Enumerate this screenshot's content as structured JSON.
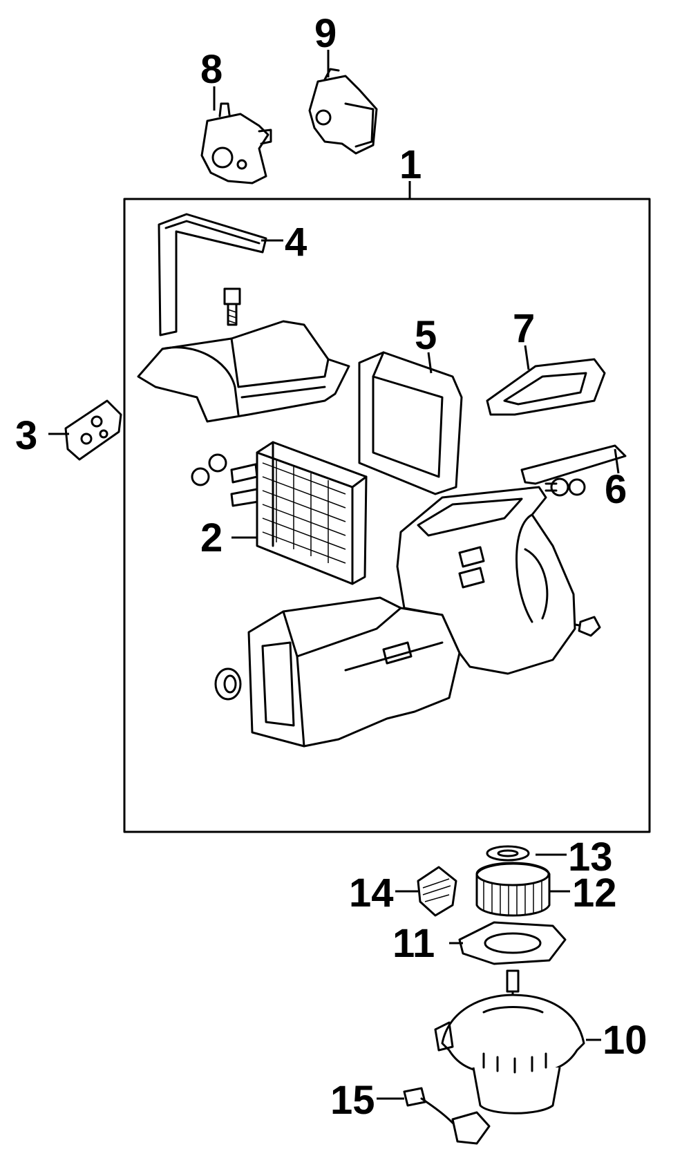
{
  "diagram": {
    "callouts": [
      {
        "id": "1",
        "label": "1"
      },
      {
        "id": "2",
        "label": "2"
      },
      {
        "id": "3",
        "label": "3"
      },
      {
        "id": "4",
        "label": "4"
      },
      {
        "id": "5",
        "label": "5"
      },
      {
        "id": "6",
        "label": "6"
      },
      {
        "id": "7",
        "label": "7"
      },
      {
        "id": "8",
        "label": "8"
      },
      {
        "id": "9",
        "label": "9"
      },
      {
        "id": "10",
        "label": "10"
      },
      {
        "id": "11",
        "label": "11"
      },
      {
        "id": "12",
        "label": "12"
      },
      {
        "id": "13",
        "label": "13"
      },
      {
        "id": "14",
        "label": "14"
      },
      {
        "id": "15",
        "label": "15"
      }
    ],
    "line_color": "#000000",
    "background": "#ffffff"
  }
}
